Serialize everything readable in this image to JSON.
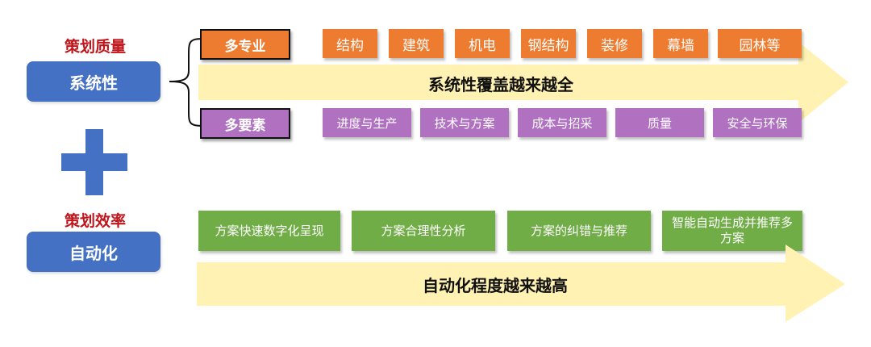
{
  "quality": {
    "title": "策划质量",
    "box_label": "系统性",
    "arrow_label": "系统性覆盖越来越全",
    "multi_discipline": {
      "label": "多专业",
      "items": [
        "结构",
        "建筑",
        "机电",
        "钢结构",
        "装修",
        "幕墙",
        "园林等"
      ]
    },
    "multi_factor": {
      "label": "多要素",
      "items": [
        "进度与生产",
        "技术与方案",
        "成本与招采",
        "质量",
        "安全与环保"
      ]
    }
  },
  "efficiency": {
    "title": "策划效率",
    "box_label": "自动化",
    "arrow_label": "自动化程度越来越高",
    "items": [
      "方案快速数字化呈现",
      "方案合理性分析",
      "方案的纠错与推荐",
      "智能自动生成并推荐多方案"
    ]
  },
  "colors": {
    "red": "#c0151b",
    "blue": "#4471c4",
    "orange": "#ee7c30",
    "purple": "#b072c0",
    "green": "#70ad47",
    "arrow": "#fff2b3"
  },
  "icons": {
    "plus": "plus-icon",
    "brace": "curly-brace-icon"
  }
}
